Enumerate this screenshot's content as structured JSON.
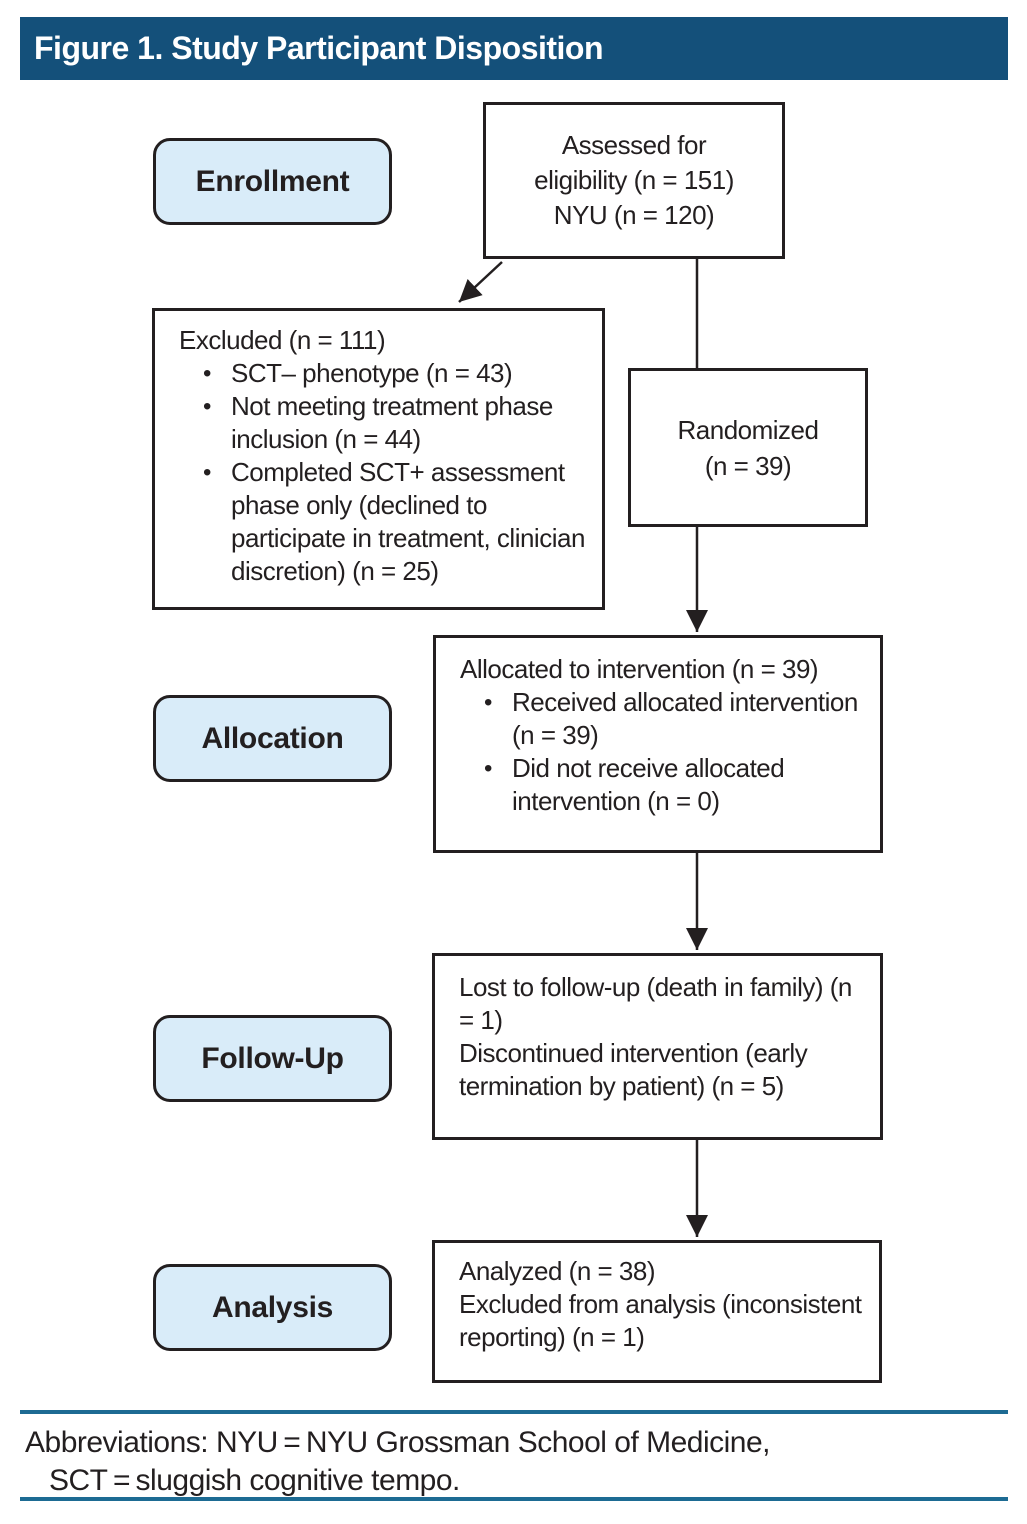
{
  "figure": {
    "title": "Figure 1. Study Participant Disposition"
  },
  "stages": {
    "enrollment": "Enrollment",
    "allocation": "Allocation",
    "follow_up": "Follow-Up",
    "analysis": "Analysis"
  },
  "boxes": {
    "assessed": {
      "lines": [
        "Assessed for",
        "eligibility (n = 151)",
        "NYU (n = 120)"
      ]
    },
    "excluded": {
      "title": "Excluded (n = 111)",
      "bullets": [
        "SCT– phenotype (n = 43)",
        "Not meeting treatment phase inclusion (n = 44)",
        "Completed SCT+ assessment phase only (declined to participate in treatment, clinician discretion) (n = 25)"
      ]
    },
    "randomized": {
      "lines": [
        "Randomized",
        "(n = 39)"
      ]
    },
    "allocated": {
      "title": "Allocated to intervention (n = 39)",
      "bullets": [
        "Received allocated intervention (n = 39)",
        "Did not receive allocated intervention (n = 0)"
      ]
    },
    "follow_up": {
      "lines": [
        "Lost to follow-up (death in family) (n = 1)",
        "Discontinued intervention (early termination by patient) (n = 5)"
      ]
    },
    "analyzed": {
      "lines": [
        "Analyzed (n = 38)",
        "Excluded from analysis (inconsistent reporting) (n = 1)"
      ]
    }
  },
  "footnote": {
    "line1": "Abbreviations: NYU = NYU Grossman School of Medicine,",
    "line2": "SCT = sluggish cognitive tempo."
  },
  "colors": {
    "header_bg": "#14507a",
    "stage_fill": "#d9ecf9",
    "rule_blue": "#1d6b93",
    "ink": "#231f20"
  }
}
